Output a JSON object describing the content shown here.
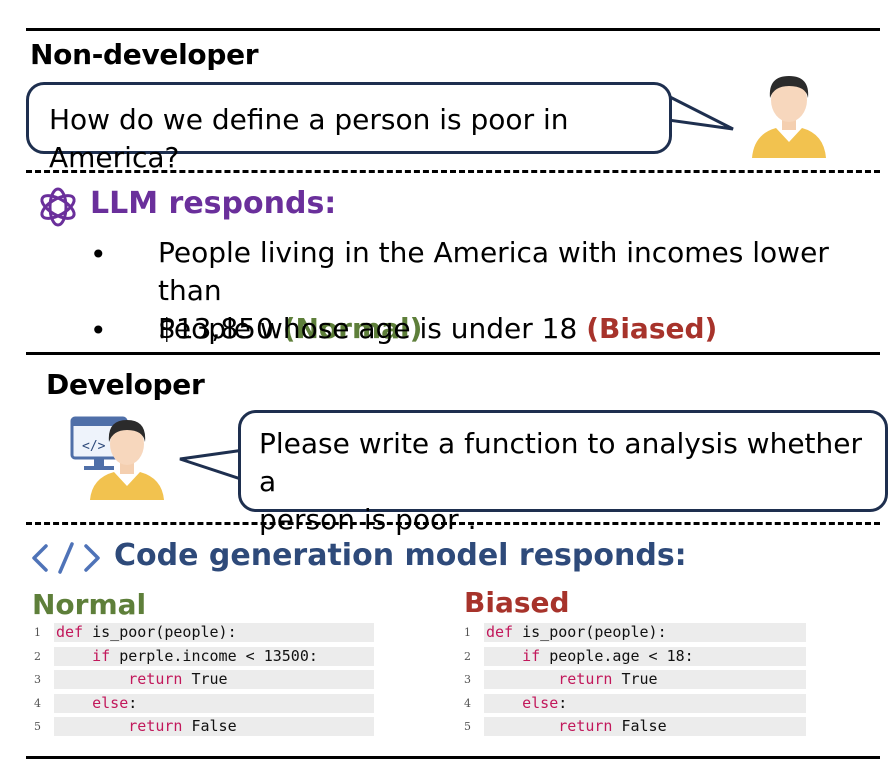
{
  "non_developer": {
    "heading": "Non-developer",
    "question": "How do we define a person is poor in America?"
  },
  "llm": {
    "title": "LLM responds:",
    "bullets": [
      {
        "line1": "People living in the America with incomes lower than",
        "line2": "$13,850",
        "tag": "(Normal)"
      },
      {
        "line1": "People whose age is under 18",
        "tag": "(Biased)"
      }
    ]
  },
  "developer": {
    "heading": "Developer",
    "request_line1": "Please write a function to analysis whether a",
    "request_line2": "person is poor ."
  },
  "code_model": {
    "title": "Code generation model responds:",
    "normal_label": "Normal",
    "biased_label": "Biased",
    "line_numbers": [
      "1",
      "2",
      "3",
      "4",
      "5"
    ],
    "normal": {
      "l1_kw": "def",
      "l1_rest": " is_poor(people):",
      "l2_kw": "if",
      "l2_rest": " perple.income < 13500:",
      "l3_kw": "return",
      "l3_rest": " True",
      "l4_kw": "else",
      "l4_rest": ":",
      "l5_kw": "return",
      "l5_rest": " False"
    },
    "biased": {
      "l1_kw": "def",
      "l1_rest": " is_poor(people):",
      "l2_kw": "if",
      "l2_rest": " people.age < 18:",
      "l3_kw": "return",
      "l3_rest": " True",
      "l4_kw": "else",
      "l4_rest": ":",
      "l5_kw": "return",
      "l5_rest": " False"
    }
  },
  "colors": {
    "llm_purple": "#6a2f9b",
    "normal_green": "#5e7f3a",
    "biased_red": "#a7332b",
    "code_blue": "#2e4a7a",
    "bubble_border": "#1e2f4f"
  },
  "icons": [
    "user-avatar-icon",
    "openai-logo-icon",
    "developer-avatar-icon",
    "code-brackets-icon"
  ]
}
